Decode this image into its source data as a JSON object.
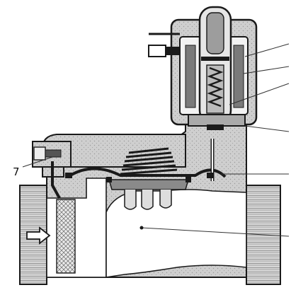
{
  "diagram": {
    "colors": {
      "body": "#c8c8c8",
      "body_dark": "#a9a9a9",
      "stroke": "#1a1a1a",
      "bore": "#ffffff",
      "coil": "#7a7a7a"
    },
    "callouts": [
      {
        "id": "7",
        "text": "7"
      },
      {
        "id": "r1",
        "text": ""
      },
      {
        "id": "r2",
        "text": ""
      },
      {
        "id": "r3",
        "text": ""
      },
      {
        "id": "r4",
        "text": ""
      },
      {
        "id": "r5",
        "text": ""
      },
      {
        "id": "r6",
        "text": ""
      }
    ],
    "flow_arrow": "flow-direction-arrow"
  }
}
